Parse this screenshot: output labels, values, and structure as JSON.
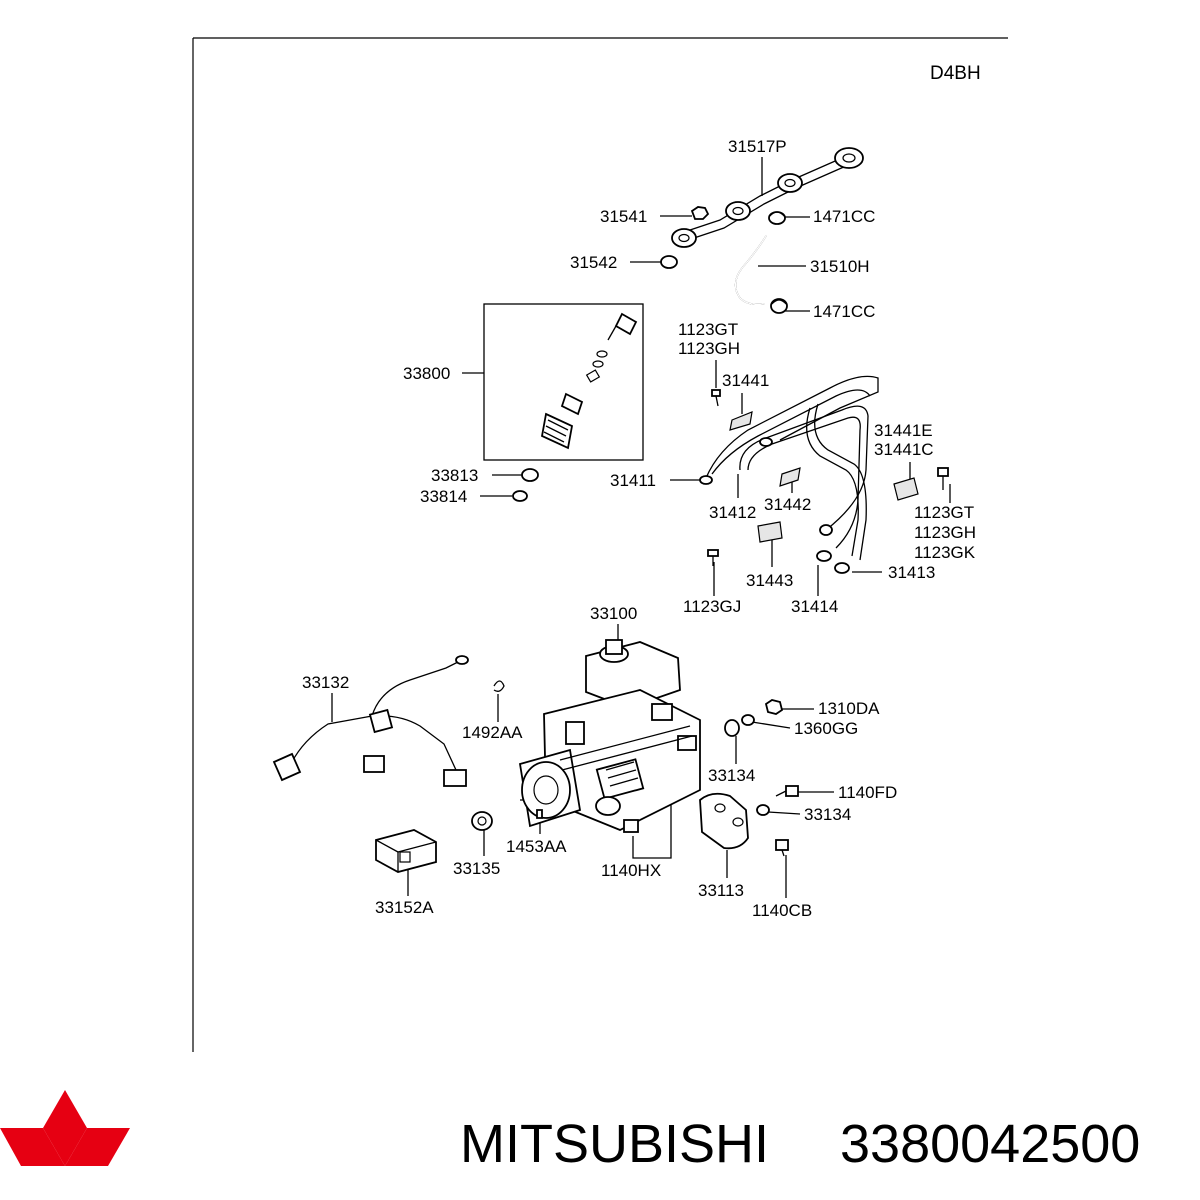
{
  "diagram": {
    "engine_code": "D4BH",
    "callouts": [
      {
        "id": "31517P",
        "text": "31517P"
      },
      {
        "id": "31541",
        "text": "31541"
      },
      {
        "id": "1471CC-top",
        "text": "1471CC"
      },
      {
        "id": "31542",
        "text": "31542"
      },
      {
        "id": "31510H",
        "text": "31510H"
      },
      {
        "id": "1471CC-bottom",
        "text": "1471CC"
      },
      {
        "id": "33800",
        "text": "33800"
      },
      {
        "id": "1123GT-a",
        "text": "1123GT"
      },
      {
        "id": "1123GH-a",
        "text": "1123GH"
      },
      {
        "id": "31441",
        "text": "31441"
      },
      {
        "id": "31441E",
        "text": "31441E"
      },
      {
        "id": "31441C",
        "text": "31441C"
      },
      {
        "id": "33813",
        "text": "33813"
      },
      {
        "id": "33814",
        "text": "33814"
      },
      {
        "id": "31411",
        "text": "31411"
      },
      {
        "id": "31412",
        "text": "31412"
      },
      {
        "id": "31442",
        "text": "31442"
      },
      {
        "id": "1123GT-b",
        "text": "1123GT"
      },
      {
        "id": "1123GH-b",
        "text": "1123GH"
      },
      {
        "id": "1123GK",
        "text": "1123GK"
      },
      {
        "id": "31413",
        "text": "31413"
      },
      {
        "id": "31443",
        "text": "31443"
      },
      {
        "id": "1123GJ",
        "text": "1123GJ"
      },
      {
        "id": "31414",
        "text": "31414"
      },
      {
        "id": "33100",
        "text": "33100"
      },
      {
        "id": "33132",
        "text": "33132"
      },
      {
        "id": "1492AA",
        "text": "1492AA"
      },
      {
        "id": "1310DA",
        "text": "1310DA"
      },
      {
        "id": "1360GG",
        "text": "1360GG"
      },
      {
        "id": "33134-a",
        "text": "33134"
      },
      {
        "id": "1140FD",
        "text": "1140FD"
      },
      {
        "id": "33134-b",
        "text": "33134"
      },
      {
        "id": "1453AA",
        "text": "1453AA"
      },
      {
        "id": "33135",
        "text": "33135"
      },
      {
        "id": "1140HX",
        "text": "1140HX"
      },
      {
        "id": "33113",
        "text": "33113"
      },
      {
        "id": "1140CB",
        "text": "1140CB"
      },
      {
        "id": "33152A",
        "text": "33152A"
      }
    ]
  },
  "footer": {
    "brand": "MITSUBISHI",
    "part_number": "3380042500",
    "logo_color": "#e60012"
  }
}
